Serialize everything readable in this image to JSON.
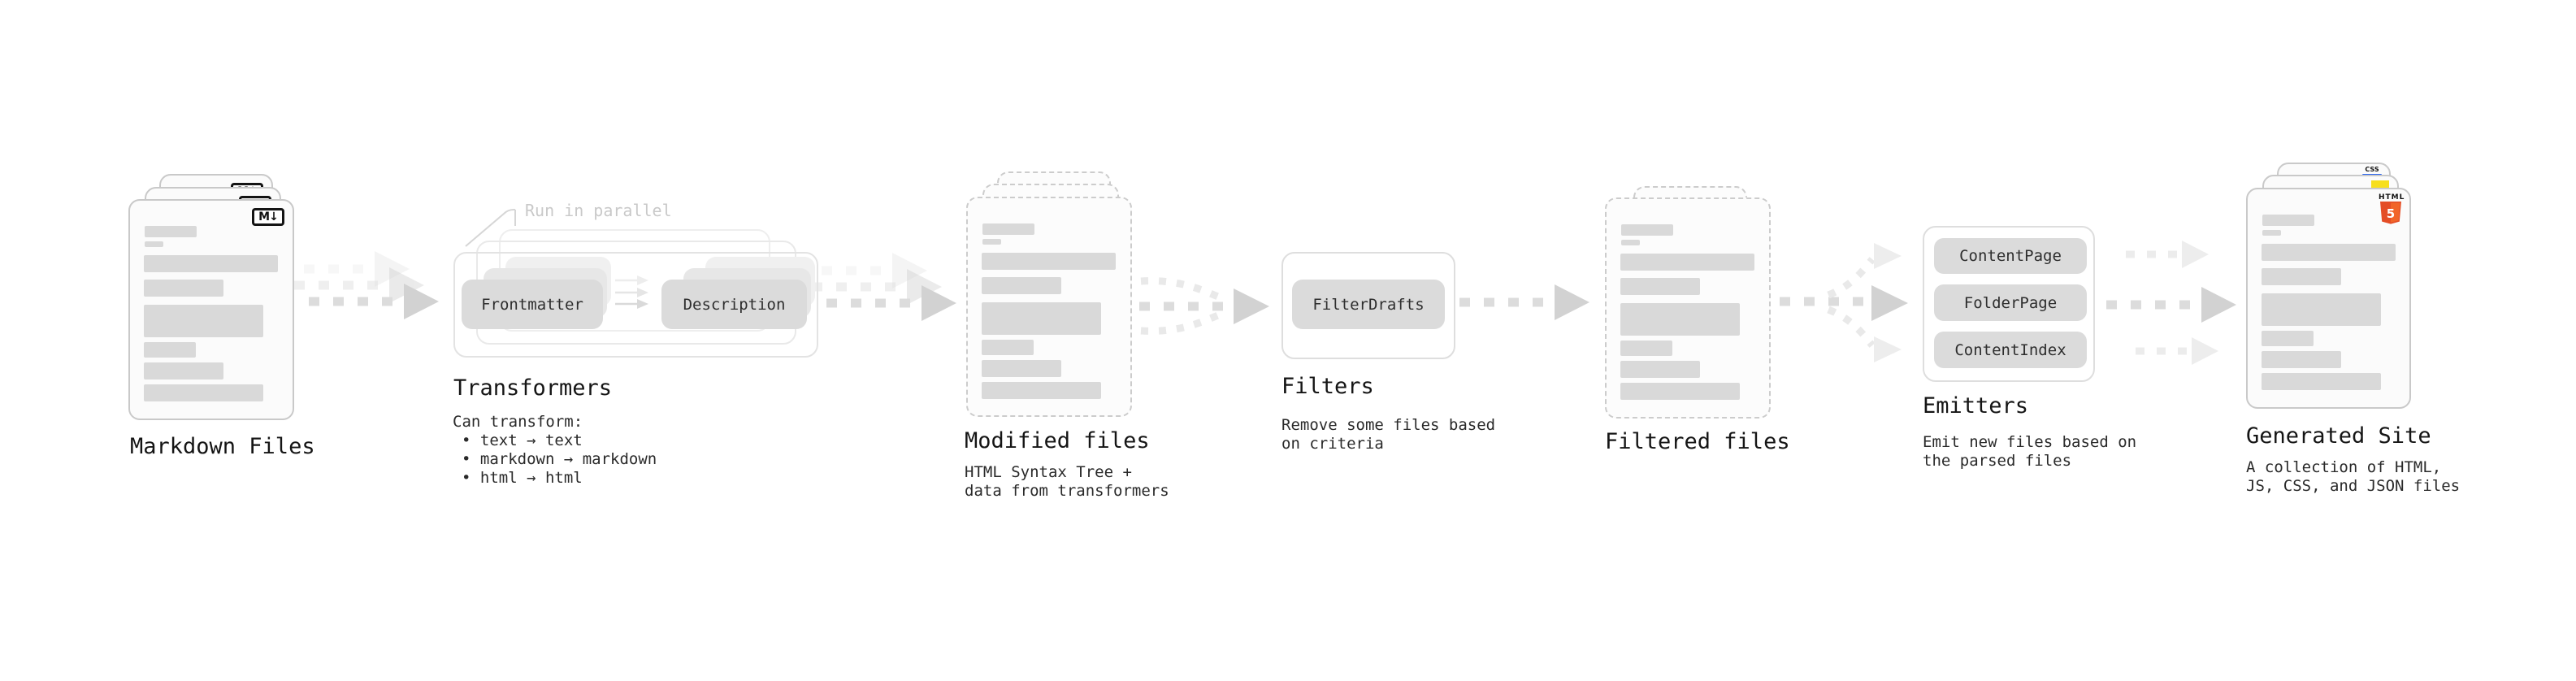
{
  "stages": {
    "markdown": {
      "label": "Markdown Files",
      "badge": "M↓"
    },
    "transformers": {
      "label": "Transformers",
      "note": "Run in parallel",
      "boxes": [
        "Frontmatter",
        "Description"
      ],
      "desc_title": "Can transform:",
      "bullets": [
        "• text → text",
        "• markdown → markdown",
        "• html → html"
      ]
    },
    "modified": {
      "label": "Modified files",
      "desc": [
        "HTML Syntax Tree +",
        "data from transformers"
      ]
    },
    "filters": {
      "label": "Filters",
      "boxes": [
        "FilterDrafts"
      ],
      "desc": [
        "Remove some files based",
        "on criteria"
      ]
    },
    "filtered": {
      "label": "Filtered files"
    },
    "emitters": {
      "label": "Emitters",
      "boxes": [
        "ContentPage",
        "FolderPage",
        "ContentIndex"
      ],
      "desc": [
        "Emit new files based on",
        "the parsed files"
      ]
    },
    "generated": {
      "label": "Generated Site",
      "desc": [
        "A collection of HTML,",
        "JS, CSS, and JSON files"
      ],
      "badges": {
        "html_label": "HTML",
        "html5_number": "5",
        "css_label": "CSS"
      }
    }
  },
  "colors": {
    "html5_orange": "#e44d26",
    "html5_orange_light": "#f16529",
    "css_blue": "#2965f1",
    "js_yellow": "#f7df1e",
    "bar_gray": "#d9d9d9",
    "doc_border": "#c9c9c9",
    "note_gray": "#c9c9c9",
    "arrow_gray": "#d2d2d2"
  }
}
